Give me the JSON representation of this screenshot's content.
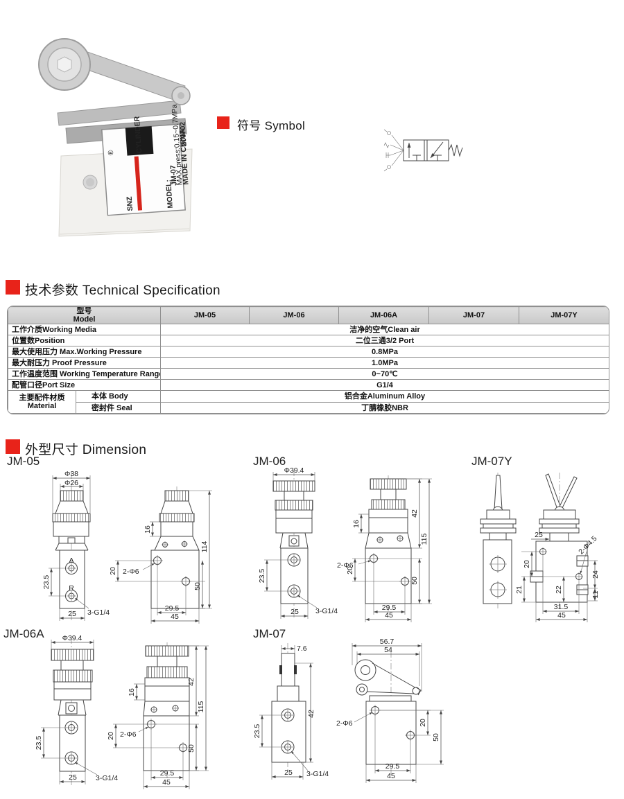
{
  "page": {
    "bg": "#ffffff",
    "accent": "#e8231a"
  },
  "photo": {
    "brand": "SNZ",
    "reg": "®",
    "series": "CYLINDER",
    "model_label": "MODEL:",
    "model": "JM-07",
    "pressure": "MAX.press:0.15~0.7MPa",
    "origin": "MADE IN CHINA",
    "date_code": "200702"
  },
  "symbol": {
    "title": "符号 Symbol"
  },
  "spec": {
    "title": "技术参数 Technical Specification",
    "table": {
      "model_zh": "型号",
      "model_en": "Model",
      "models": [
        "JM-05",
        "JM-06",
        "JM-06A",
        "JM-07",
        "JM-07Y"
      ],
      "rows": [
        {
          "label": "工作介质Working Media",
          "value": "洁净的空气Clean air"
        },
        {
          "label": "位置数Position",
          "value": "二位三通3/2  Port"
        },
        {
          "label": "最大使用压力 Max.Working Pressure",
          "value": "0.8MPa"
        },
        {
          "label": "最大耐压力 Proof Pressure",
          "value": "1.0MPa"
        },
        {
          "label": "工作温度范围 Working Temperature Range",
          "value": "0~70℃"
        },
        {
          "label": "配管口径Port Size",
          "value": "G1/4"
        }
      ],
      "material_zh": "主要配件材质",
      "material_en": "Material",
      "material_rows": [
        {
          "label": "本体 Body",
          "value": "铝合金Aluminum  Alloy"
        },
        {
          "label": "密封件 Seal",
          "value": "丁腈橡胶NBR"
        }
      ]
    }
  },
  "dimension": {
    "title": "外型尺寸 Dimension",
    "jm05": {
      "label": "JM-05",
      "cap_dia": "Φ38",
      "btn_dia": "Φ26",
      "port_pitch": "23.5",
      "width": "25",
      "thread": "3-G1/4",
      "port_a": "A",
      "port_r": "R",
      "head_h": "16",
      "total_h": "114",
      "hole_top": "20",
      "holes": "2-Φ6",
      "hole_pitch_v": "50",
      "hole_pitch_h": "29.5",
      "depth": "45"
    },
    "jm06": {
      "label": "JM-06",
      "cap_dia": "Φ39.4",
      "port_pitch": "23.5",
      "width": "25",
      "thread": "3-G1/4",
      "head_h": "16",
      "head_total": "42",
      "total_h": "115",
      "hole_top": "20",
      "holes": "2-Φ6",
      "hole_pitch_v": "50",
      "hole_pitch_h": "29.5",
      "depth": "45"
    },
    "jm07y": {
      "label": "JM-07Y",
      "nut": "25",
      "d20": "20",
      "d21": "21",
      "d22": "22",
      "d24": "24",
      "d11": "11",
      "holes": "2-Φ4.5",
      "pitch": "31.5",
      "depth": "45"
    },
    "jm06a": {
      "label": "JM-06A",
      "cap_dia": "Φ39.4",
      "port_pitch": "23.5",
      "width": "25",
      "thread": "3-G1/4",
      "head_h": "16",
      "head_total": "42",
      "total_h": "115",
      "hole_top": "20",
      "holes": "2-Φ6",
      "hole_pitch_v": "50",
      "hole_pitch_h": "29.5",
      "depth": "45"
    },
    "jm07": {
      "label": "JM-07",
      "plunger": "7.6",
      "upper_h": "42",
      "port_pitch": "23.5",
      "width": "25",
      "thread": "3-G1/4",
      "lever_l1": "56.7",
      "lever_l2": "54",
      "holes": "2-Φ6",
      "hole_top": "20",
      "hole_pitch_v": "50",
      "hole_pitch_h": "29.5",
      "depth": "45"
    }
  }
}
